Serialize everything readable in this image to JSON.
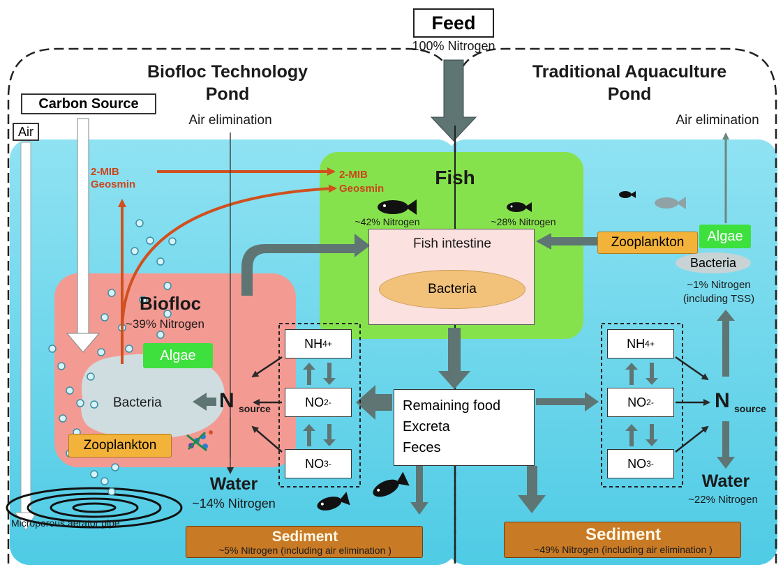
{
  "feed": {
    "label": "Feed",
    "nitrogen": "100% Nitrogen"
  },
  "biofloc_pond": {
    "title_line1": "Biofloc Technology",
    "title_line2": "Pond",
    "carbon_source": "Carbon Source",
    "air": "Air",
    "air_elimination": "Air elimination",
    "odor_line1": "2-MIB",
    "odor_line2": "Geosmin",
    "biofloc_title": "Biofloc",
    "biofloc_nitrogen": "~39% Nitrogen",
    "algae": "Algae",
    "bacteria": "Bacteria",
    "zooplankton": "Zooplankton",
    "n_letter": "N",
    "n_sub": "source",
    "water": "Water",
    "water_nitrogen": "~14% Nitrogen",
    "aerator": "Microporous aerator pipe",
    "sediment_title": "Sediment",
    "sediment_nitrogen": "~5% Nitrogen (including air elimination )"
  },
  "fish_zone": {
    "title": "Fish",
    "odor_line1": "2-MIB",
    "odor_line2": "Geosmin",
    "left_nitrogen": "~42% Nitrogen",
    "right_nitrogen": "~28% Nitrogen",
    "intestine": "Fish intestine",
    "bacteria": "Bacteria"
  },
  "nitrogen_cycle": {
    "nh4": {
      "base": "NH",
      "sub": "4",
      "sup": "+"
    },
    "no2": {
      "base": "NO",
      "sub": "2",
      "sup": "-"
    },
    "no3": {
      "base": "NO",
      "sub": "3",
      "sup": "-"
    }
  },
  "waste": {
    "line1": "Remaining food",
    "line2": "Excreta",
    "line3": "Feces"
  },
  "traditional_pond": {
    "title_line1": "Traditional Aquaculture",
    "title_line2": "Pond",
    "air_elimination": "Air elimination",
    "zooplankton": "Zooplankton",
    "algae": "Algae",
    "bacteria": "Bacteria",
    "bacteria_nitrogen_line1": "~1% Nitrogen",
    "bacteria_nitrogen_line2": "(including TSS)",
    "n_letter": "N",
    "n_sub": "source",
    "water": "Water",
    "water_nitrogen": "~22% Nitrogen",
    "sediment_title": "Sediment",
    "sediment_nitrogen": "~49% Nitrogen (including air elimination )"
  },
  "colors": {
    "water": "#5fd3ea",
    "fish_zone": "#7fe04a",
    "biofloc": "#f08c86",
    "algae": "#3ee03e",
    "zooplankton": "#f3b23a",
    "sediment": "#c97a25",
    "odor": "#c8471d",
    "arrow": "#5e7573"
  }
}
